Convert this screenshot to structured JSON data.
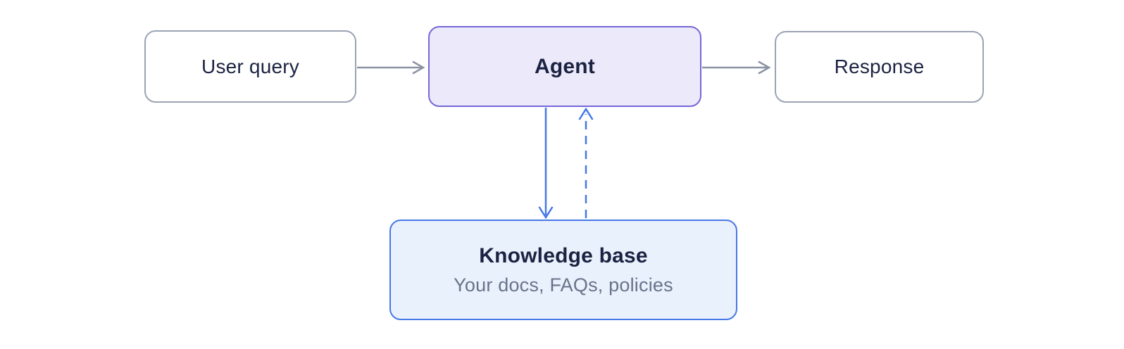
{
  "diagram": {
    "nodes": {
      "user_query": {
        "label": "User query"
      },
      "agent": {
        "label": "Agent"
      },
      "response": {
        "label": "Response"
      },
      "knowledge_base": {
        "title": "Knowledge base",
        "subtitle": "Your docs, FAQs, policies"
      }
    },
    "edges": [
      {
        "from": "user_query",
        "to": "agent",
        "style": "solid",
        "color": "#8b93a4",
        "direction": "right"
      },
      {
        "from": "agent",
        "to": "response",
        "style": "solid",
        "color": "#8b93a4",
        "direction": "right"
      },
      {
        "from": "agent",
        "to": "knowledge_base",
        "style": "solid",
        "color": "#4678e6",
        "direction": "down"
      },
      {
        "from": "knowledge_base",
        "to": "agent",
        "style": "dashed",
        "color": "#4678e6",
        "direction": "up"
      }
    ]
  },
  "colors": {
    "background": "#ffffff",
    "node_border_gray": "#9aa3b4",
    "node_fill_white": "#ffffff",
    "agent_border": "#7568d8",
    "agent_fill": "#ece9fa",
    "kb_border": "#4678e6",
    "kb_fill": "#e9f1fc",
    "arrow_gray": "#8b93a4",
    "arrow_blue": "#4678e6",
    "text_dark": "#1b2342",
    "text_muted": "#68738a"
  }
}
